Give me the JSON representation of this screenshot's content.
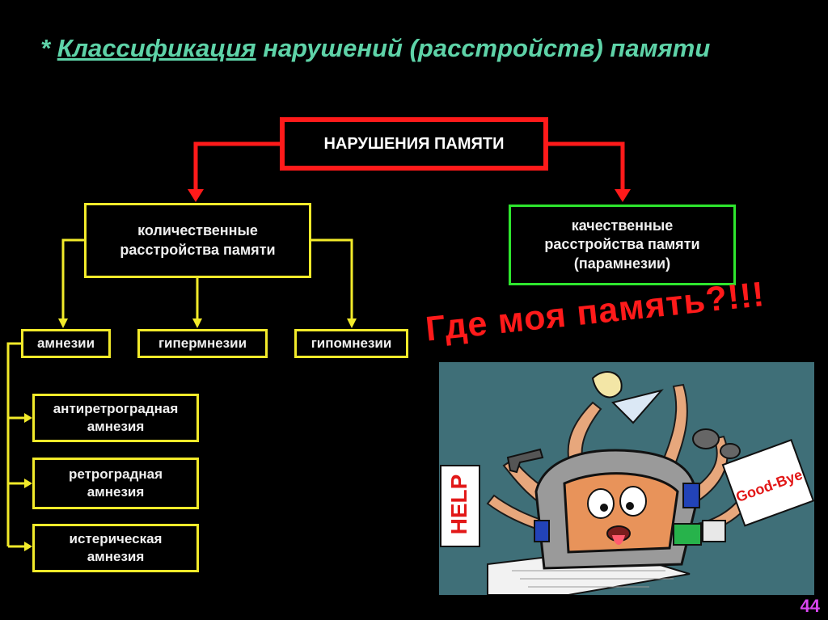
{
  "title": {
    "prefix": "* ",
    "underlined": "Классификация",
    "rest": " нарушений (расстройств) памяти"
  },
  "root": {
    "label": "НАРУШЕНИЯ ПАМЯТИ"
  },
  "quantitative": {
    "line1": "количественные",
    "line2": "расстройства памяти"
  },
  "qualitative": {
    "line1": "качественные",
    "line2": "расстройства памяти",
    "line3": "(парамнезии)"
  },
  "types": {
    "amnesia": "амнезии",
    "hypermnesia": "гипермнезии",
    "hypomnesia": "гипомнезии"
  },
  "amnesia_types": [
    {
      "line1": "антиретроградная",
      "line2": "амнезия"
    },
    {
      "line1": "ретроградная",
      "line2": "амнезия"
    },
    {
      "line1": "истерическая",
      "line2": "амнезия"
    }
  ],
  "slogan": "Где моя память?!!!",
  "cartoon": {
    "sign_left": "HELP",
    "sign_right": "Good-Bye"
  },
  "page_number": "44",
  "colors": {
    "title": "#5ed3a8",
    "red": "#ff1a1a",
    "yellow": "#f2ea2a",
    "green": "#2ee62e",
    "page": "#d946ef"
  }
}
